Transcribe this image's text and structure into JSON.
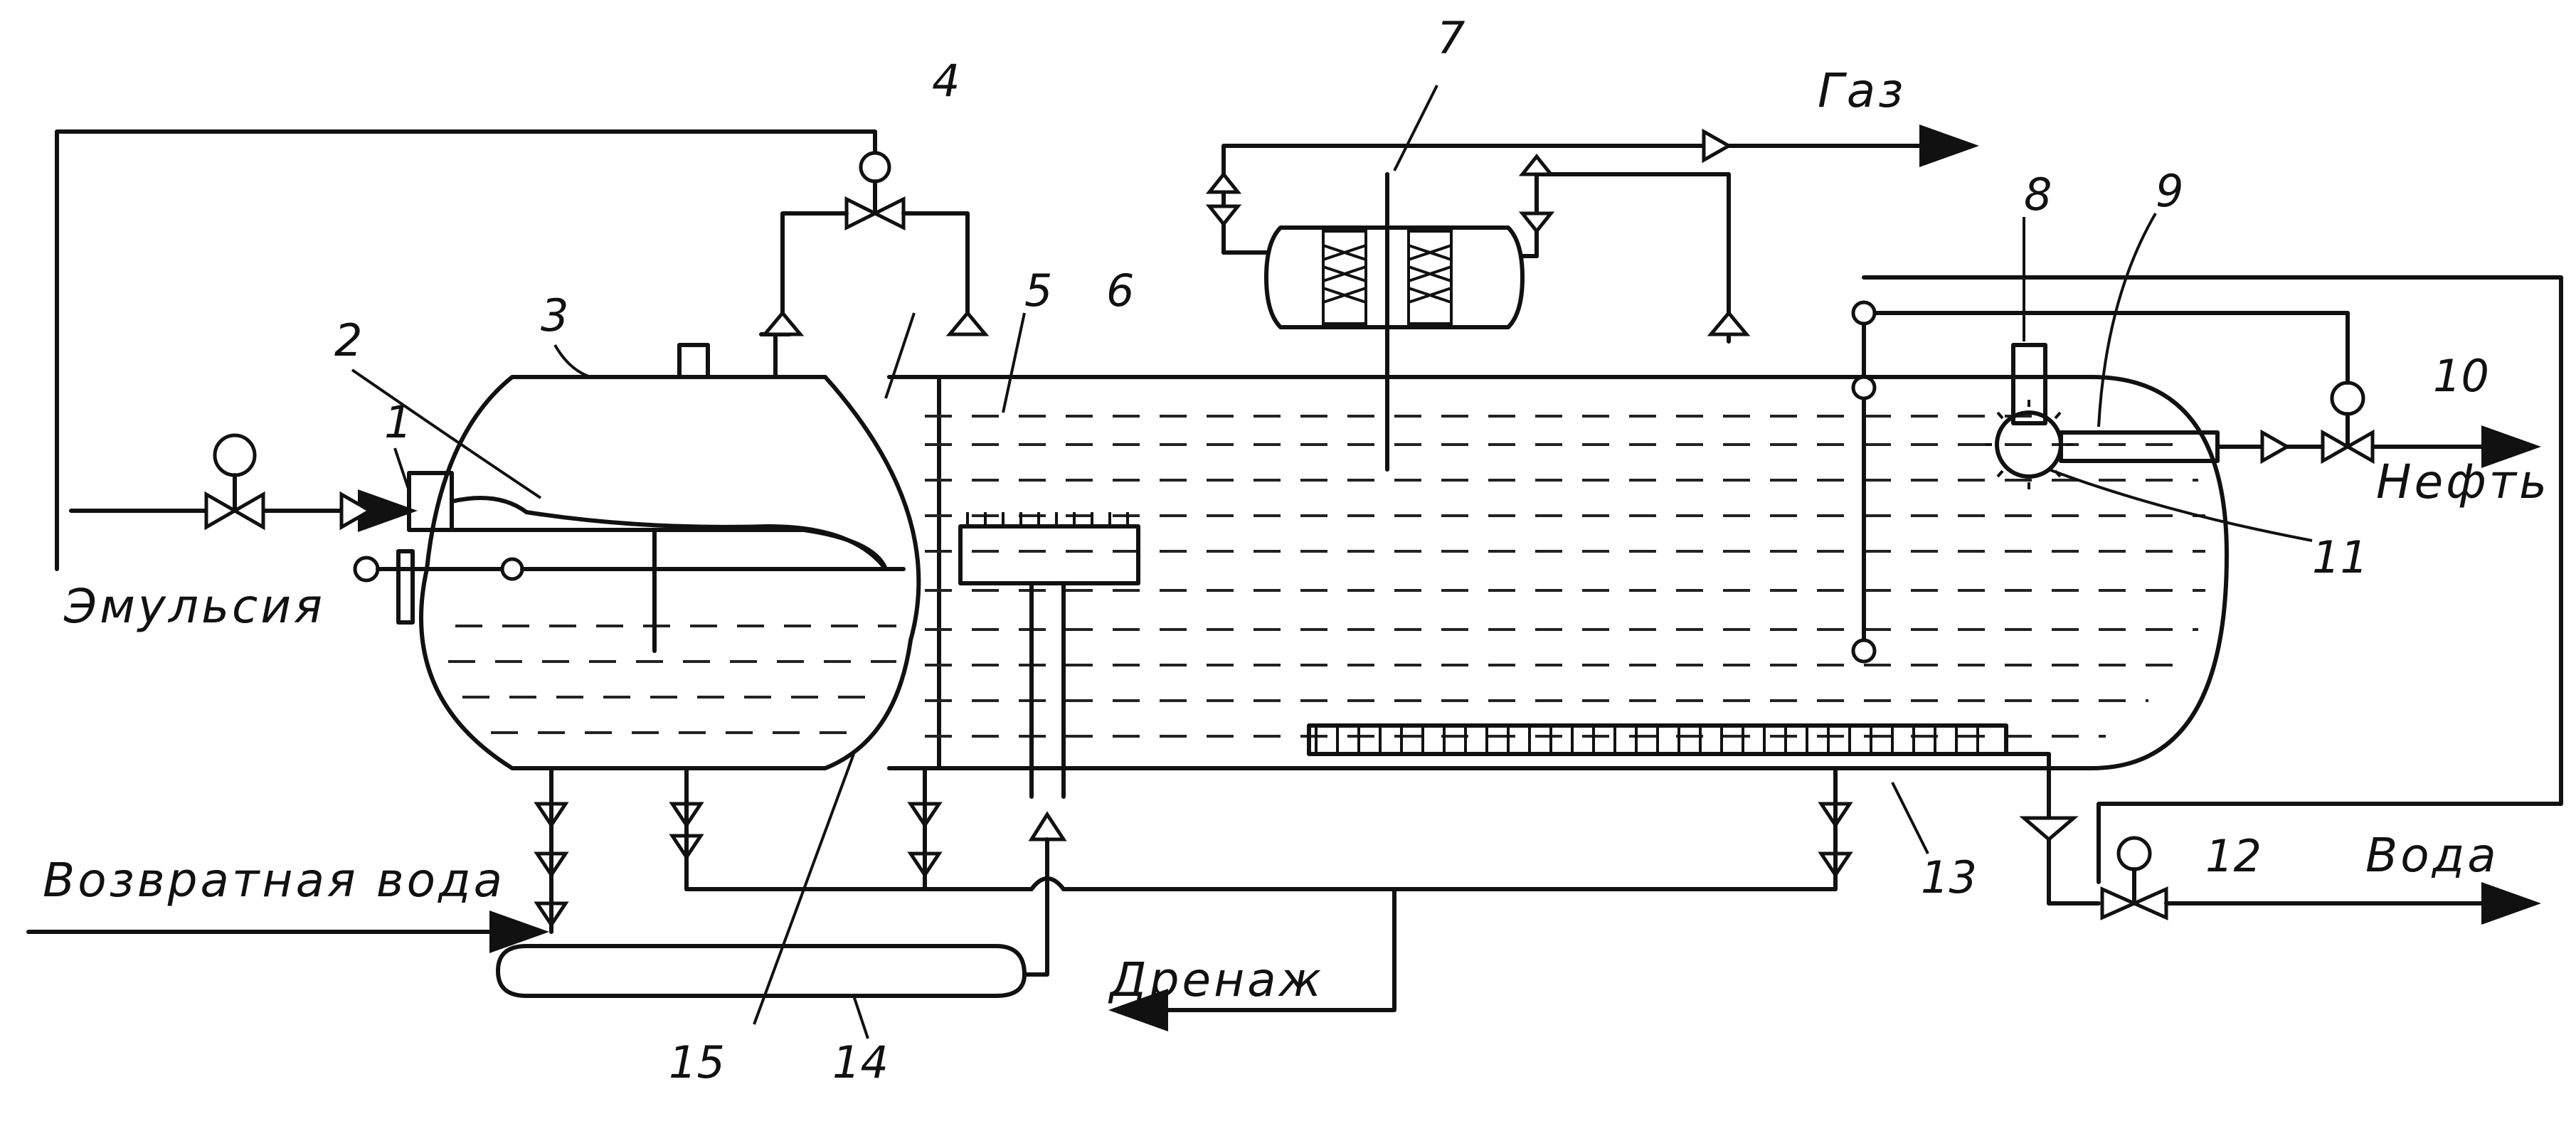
{
  "labels": {
    "emulsion": "Эмульсия",
    "gas": "Газ",
    "oil": "Нефть",
    "water": "Вода",
    "return_water": "Возвратная вода",
    "drain": "Дренаж"
  },
  "callouts": {
    "n1": "1",
    "n2": "2",
    "n3": "3",
    "n4": "4",
    "n5": "5",
    "n6": "6",
    "n7": "7",
    "n8": "8",
    "n9": "9",
    "n10": "10",
    "n11": "11",
    "n12": "12",
    "n13": "13",
    "n14": "14",
    "n15": "15"
  }
}
